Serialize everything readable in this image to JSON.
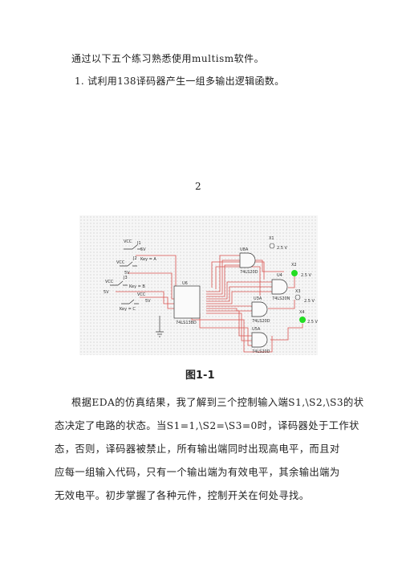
{
  "intro": "通过以下五个练习熟悉使用multism软件。",
  "question1": "1. 试利用138译码器产生一组多输出逻辑函数。",
  "page_number": "2",
  "figure": {
    "caption": "图1-1",
    "labels": {
      "vcc": "VCC",
      "j1": "J1",
      "j2": "J2",
      "j3": "J3",
      "v5": "5V",
      "key_a": "Key = A",
      "key_b": "Key = B",
      "key_c": "Key = C",
      "u6": "U6",
      "u6_part": "74LS138D",
      "u8a": "U8A",
      "u8a_part": "74LS20D",
      "u4": "U4",
      "u4_part": "74LS20N",
      "u3a": "U3A",
      "u3a_part": "74LS20D",
      "u5a": "U5A",
      "u5a_part": "74LS20D",
      "x1": "X1",
      "x2": "X2",
      "x3": "X3",
      "x4": "X4",
      "probe_v": "2.5 V"
    },
    "colors": {
      "wire": "#d9534f",
      "lamp": "#22dd22",
      "ground": "#555555"
    }
  },
  "paragraph": [
    "根据EDA的仿真结果，我了解到三个控制输入端S1,\\S2,\\S3的状",
    "态决定了电路的状态。当S1=1,\\S2=\\S3=0时，译码器处于工作状",
    "态，否则，译码器被禁止，所有输出端同时出现高电平，而且对",
    "应每一组输入代码，只有一个输出端为有效电平，其余输出端为",
    "无效电平。初步掌握了各种元件，控制开关在何处寻找。"
  ]
}
